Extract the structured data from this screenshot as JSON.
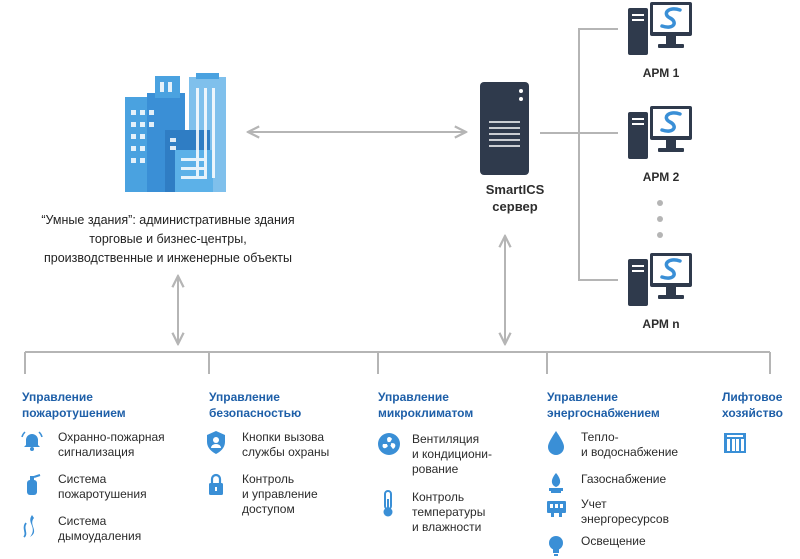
{
  "building": {
    "caption": [
      "“Умные здания”: административные здания",
      "торговые и бизнес-центры,",
      "производственные и инженерные объекты"
    ]
  },
  "server": {
    "name": [
      "SmartICS",
      "сервер"
    ]
  },
  "workstations": [
    {
      "label": "АРМ 1"
    },
    {
      "label": "АРМ 2"
    },
    {
      "label": "АРМ n"
    }
  ],
  "categories": [
    {
      "title": [
        "Управление",
        "пожаротушением"
      ],
      "items": [
        {
          "icon": "alarm-bell-icon",
          "text": [
            "Охранно-пожарная",
            "сигнализация"
          ]
        },
        {
          "icon": "fire-extinguisher-icon",
          "text": [
            "Система",
            "пожаротушения"
          ]
        },
        {
          "icon": "smoke-removal-icon",
          "text": [
            "Система",
            "дымоудаления"
          ]
        }
      ]
    },
    {
      "title": [
        "Управление",
        "безопасностью"
      ],
      "items": [
        {
          "icon": "security-shield-icon",
          "text": [
            "Кнопки вызова",
            "службы охраны"
          ]
        },
        {
          "icon": "lock-icon",
          "text": [
            "Контроль",
            "и управление",
            "доступом"
          ]
        }
      ]
    },
    {
      "title": [
        "Управление",
        "микроклиматом"
      ],
      "items": [
        {
          "icon": "fan-icon",
          "text": [
            "Вентиляция",
            "и кондициони-",
            "рование"
          ]
        },
        {
          "icon": "thermometer-icon",
          "text": [
            "Контроль",
            "температуры",
            "и влажности"
          ]
        }
      ]
    },
    {
      "title": [
        "Управление",
        "энергоснабжением"
      ],
      "items": [
        {
          "icon": "water-drop-icon",
          "text": [
            "Тепло-",
            "и водоснабжение"
          ]
        },
        {
          "icon": "gas-flame-icon",
          "text": [
            "Газоснабжение"
          ]
        },
        {
          "icon": "meter-icon",
          "text": [
            "Учет",
            "энергоресурсов"
          ]
        },
        {
          "icon": "lightbulb-icon",
          "text": [
            "Освещение"
          ]
        }
      ]
    },
    {
      "title": [
        "Лифтовое",
        "хозяйство"
      ],
      "items": [
        {
          "icon": "elevator-icon",
          "text": []
        }
      ]
    }
  ],
  "colors": {
    "accent": "#1e5fa8",
    "icon_blue": "#3a8fd6",
    "server_dark": "#2f3a4c",
    "connector": "#b5b5b5",
    "building_light": "#7fc0ec",
    "building_mid": "#4aa2e0"
  }
}
